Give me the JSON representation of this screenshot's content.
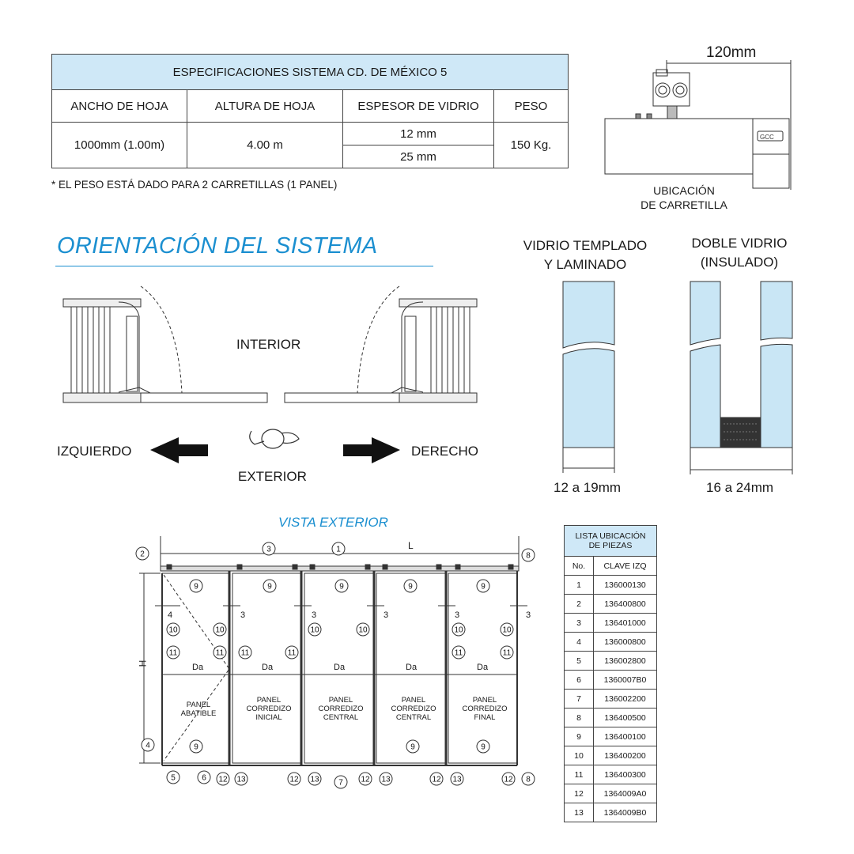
{
  "spec_table": {
    "title": "ESPECIFICACIONES SISTEMA CD. DE MÉXICO 5",
    "headers": [
      "ANCHO DE HOJA",
      "ALTURA DE HOJA",
      "ESPESOR DE VIDRIO",
      "PESO"
    ],
    "ancho": "1000mm (1.00m)",
    "altura": "4.00 m",
    "espesor_1": "12 mm",
    "espesor_2": "25 mm",
    "peso": "150 Kg."
  },
  "note": "* EL PESO ESTÁ DADO PARA 2 CARRETILLAS (1 PANEL)",
  "carretilla": {
    "dimension": "120mm",
    "label_1": "UBICACIÓN",
    "label_2": "DE CARRETILLA",
    "brand": "GCC"
  },
  "orientation": {
    "heading": "ORIENTACIÓN DEL SISTEMA",
    "interior": "INTERIOR",
    "exterior": "EXTERIOR",
    "left": "IZQUIERDO",
    "right": "DERECHO"
  },
  "glass": {
    "templado_1": "VIDRIO TEMPLADO",
    "templado_2": "Y LAMINADO",
    "templado_dim": "12 a 19mm",
    "doble_1": "DOBLE VIDRIO",
    "doble_2": "(INSULADO)",
    "doble_dim": "16 a 24mm"
  },
  "vista": {
    "title": "VISTA EXTERIOR",
    "L": "L",
    "H": "H",
    "Da": "Da",
    "panels": [
      [
        "PANEL",
        "ABATIBLE"
      ],
      [
        "PANEL",
        "CORREDIZO",
        "INICIAL"
      ],
      [
        "PANEL",
        "CORREDIZO",
        "CENTRAL"
      ],
      [
        "PANEL",
        "CORREDIZO",
        "CENTRAL"
      ],
      [
        "PANEL",
        "CORREDIZO",
        "FINAL"
      ]
    ],
    "gap_4": "4",
    "gap_3": "3"
  },
  "parts_list": {
    "title_1": "LISTA UBICACIÓN",
    "title_2": "DE PIEZAS",
    "col_no": "No.",
    "col_clave": "CLAVE IZQ",
    "rows": [
      [
        "1",
        "136000130"
      ],
      [
        "2",
        "136400800"
      ],
      [
        "3",
        "136401000"
      ],
      [
        "4",
        "136000800"
      ],
      [
        "5",
        "136002800"
      ],
      [
        "6",
        "1360007B0"
      ],
      [
        "7",
        "136002200"
      ],
      [
        "8",
        "136400500"
      ],
      [
        "9",
        "136400100"
      ],
      [
        "10",
        "136400200"
      ],
      [
        "11",
        "136400300"
      ],
      [
        "12",
        "1364009A0"
      ],
      [
        "13",
        "1364009B0"
      ]
    ]
  },
  "colors": {
    "accent": "#1b8fd0",
    "table_header": "#cfe8f7",
    "glass": "#c9e6f5"
  }
}
